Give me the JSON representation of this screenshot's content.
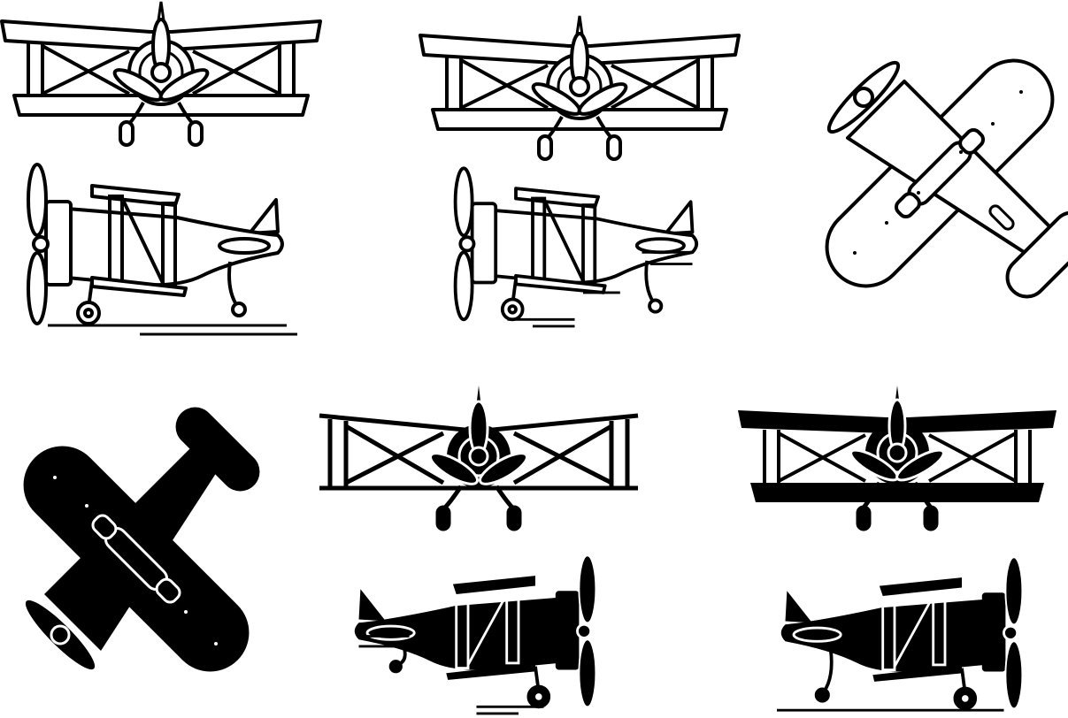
{
  "palette": {
    "ink": "#000000",
    "paper": "#ffffff"
  },
  "icons": [
    {
      "name": "biplane-front-outline-icon",
      "style": "outline",
      "view": "front"
    },
    {
      "name": "biplane-front-outline-thin-icon",
      "style": "outline",
      "view": "front"
    },
    {
      "name": "biplane-top-outline-icon",
      "style": "outline",
      "view": "top"
    },
    {
      "name": "biplane-side-outline-icon",
      "style": "outline",
      "view": "side"
    },
    {
      "name": "biplane-side-motion-outline-icon",
      "style": "outline",
      "view": "side"
    },
    {
      "name": "biplane-top-solid-icon",
      "style": "solid",
      "view": "top"
    },
    {
      "name": "biplane-front-solid-icon",
      "style": "solid",
      "view": "front"
    },
    {
      "name": "biplane-front-solid-wide-icon",
      "style": "solid",
      "view": "front"
    },
    {
      "name": "biplane-side-motion-solid-icon",
      "style": "solid",
      "view": "side"
    },
    {
      "name": "biplane-side-solid-icon",
      "style": "solid",
      "view": "side"
    }
  ]
}
